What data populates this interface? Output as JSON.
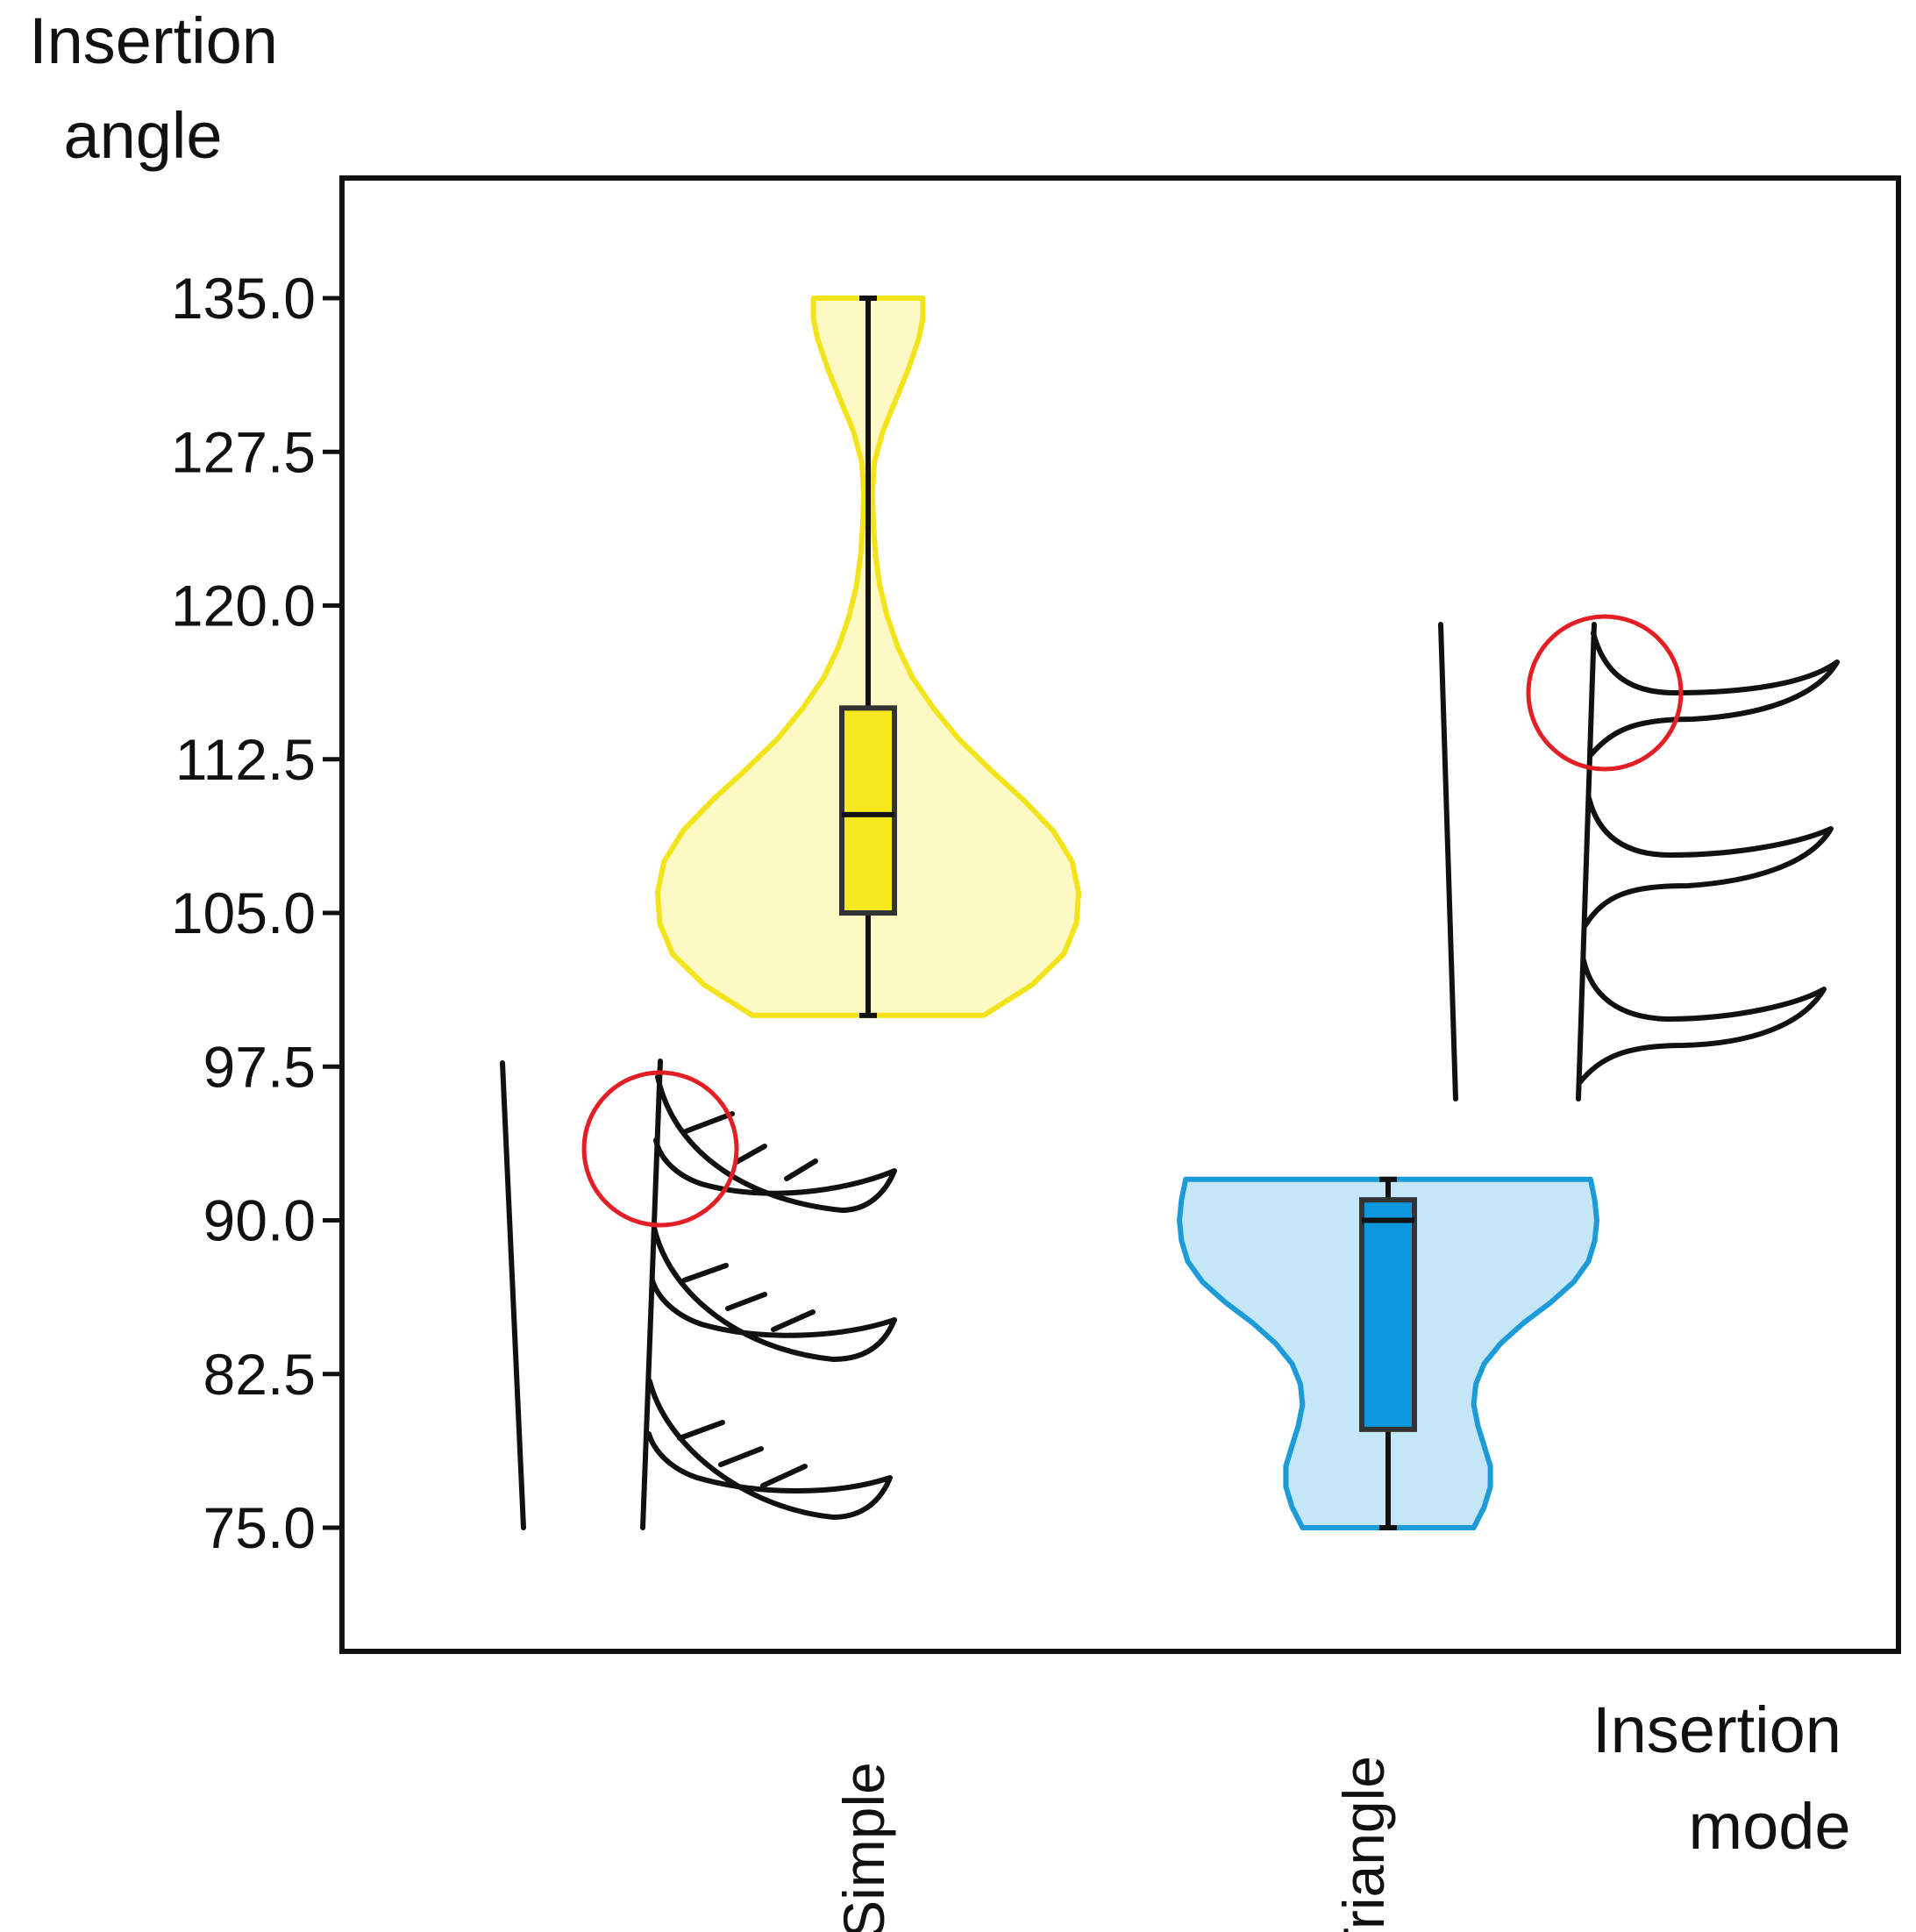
{
  "chart_data": {
    "type": "violin",
    "ylabel_lines": [
      "Insertion",
      "angle"
    ],
    "xlabel_lines": [
      "Insertion",
      "mode"
    ],
    "yticks": [
      "135.0",
      "127.5",
      "120.0",
      "112.5",
      "105.0",
      "97.5",
      "90.0",
      "82.5",
      "75.0"
    ],
    "ylim": [
      69,
      141
    ],
    "grid": false,
    "legend": "none",
    "series": [
      {
        "category": "Simple",
        "fill_color": "#fdf9c4",
        "edge_color": "#f2e31b",
        "box_color": "#f5e81c",
        "min": 100.0,
        "q1": 105.0,
        "median": 109.8,
        "q3": 115.0,
        "max": 135.0,
        "density": [
          [
            100.0,
            0.55
          ],
          [
            101.5,
            0.78
          ],
          [
            103.0,
            0.93
          ],
          [
            104.5,
            0.99
          ],
          [
            106.0,
            1.0
          ],
          [
            107.5,
            0.97
          ],
          [
            109.0,
            0.88
          ],
          [
            110.5,
            0.74
          ],
          [
            112.0,
            0.58
          ],
          [
            113.5,
            0.43
          ],
          [
            115.0,
            0.31
          ],
          [
            116.5,
            0.21
          ],
          [
            118.0,
            0.14
          ],
          [
            119.5,
            0.09
          ],
          [
            121.0,
            0.055
          ],
          [
            122.5,
            0.035
          ],
          [
            124.0,
            0.025
          ],
          [
            125.5,
            0.02
          ],
          [
            127.0,
            0.03
          ],
          [
            128.5,
            0.07
          ],
          [
            130.0,
            0.13
          ],
          [
            131.5,
            0.19
          ],
          [
            133.0,
            0.24
          ],
          [
            134.0,
            0.26
          ],
          [
            135.0,
            0.26
          ]
        ]
      },
      {
        "category": "Triangle",
        "fill_color": "#c4e6f7",
        "edge_color": "#1c9bd8",
        "box_color": "#0b98de",
        "min": 75.0,
        "q1": 79.8,
        "median": 90.0,
        "q3": 91.0,
        "max": 92.0,
        "density": [
          [
            75.0,
            0.41
          ],
          [
            76.0,
            0.46
          ],
          [
            77.0,
            0.49
          ],
          [
            78.0,
            0.49
          ],
          [
            79.0,
            0.46
          ],
          [
            80.0,
            0.43
          ],
          [
            81.0,
            0.41
          ],
          [
            82.0,
            0.42
          ],
          [
            83.0,
            0.46
          ],
          [
            84.0,
            0.54
          ],
          [
            85.0,
            0.65
          ],
          [
            86.0,
            0.78
          ],
          [
            87.0,
            0.89
          ],
          [
            88.0,
            0.96
          ],
          [
            89.0,
            0.99
          ],
          [
            90.0,
            1.0
          ],
          [
            91.0,
            0.99
          ],
          [
            92.0,
            0.97
          ]
        ]
      }
    ]
  }
}
